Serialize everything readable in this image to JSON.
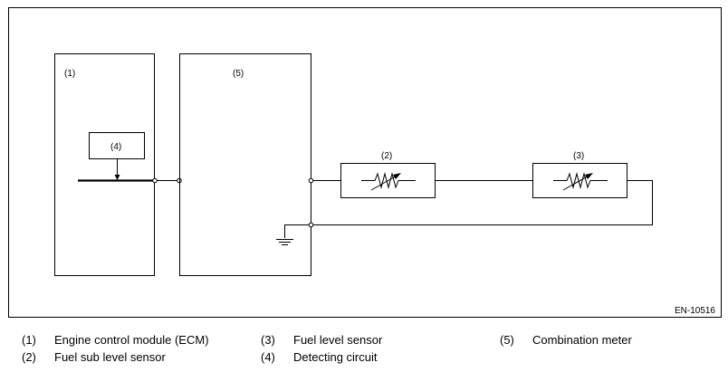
{
  "diagram": {
    "ecm_label": "(1)",
    "detect_label": "(4)",
    "meter_label": "(5)",
    "sub_sensor_label": "(2)",
    "level_sensor_label": "(3)",
    "figure_code": "EN-10516"
  },
  "legend": [
    {
      "num": "(1)",
      "text": "Engine control module (ECM)"
    },
    {
      "num": "(2)",
      "text": "Fuel sub level sensor"
    },
    {
      "num": "(3)",
      "text": "Fuel level sensor"
    },
    {
      "num": "(4)",
      "text": "Detecting circuit"
    },
    {
      "num": "(5)",
      "text": "Combination meter"
    }
  ]
}
